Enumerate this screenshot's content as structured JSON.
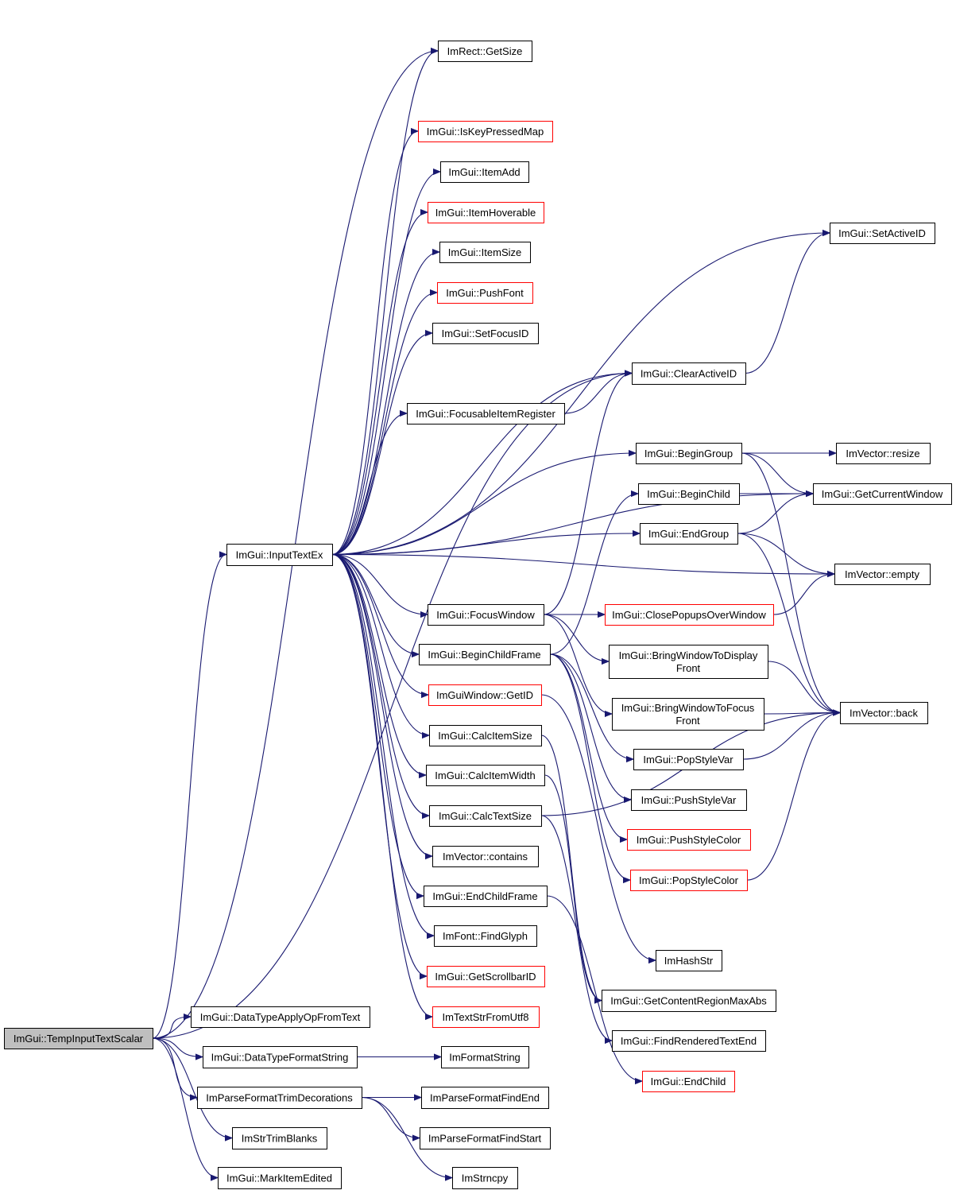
{
  "nodes": {
    "temp_input": {
      "label": "ImGui::TempInputTextScalar",
      "border": "black",
      "root": true
    },
    "input_text_ex": {
      "label": "ImGui::InputTextEx",
      "border": "black"
    },
    "rect_getsize": {
      "label": "ImRect::GetSize",
      "border": "black"
    },
    "is_key_pressed_map": {
      "label": "ImGui::IsKeyPressedMap",
      "border": "red"
    },
    "item_add": {
      "label": "ImGui::ItemAdd",
      "border": "black"
    },
    "item_hoverable": {
      "label": "ImGui::ItemHoverable",
      "border": "red"
    },
    "item_size": {
      "label": "ImGui::ItemSize",
      "border": "black"
    },
    "push_font": {
      "label": "ImGui::PushFont",
      "border": "red"
    },
    "set_focus_id": {
      "label": "ImGui::SetFocusID",
      "border": "black"
    },
    "clear_active_id": {
      "label": "ImGui::ClearActiveID",
      "border": "black"
    },
    "focusable_item_register": {
      "label": "ImGui::FocusableItemRegister",
      "border": "black"
    },
    "set_active_id": {
      "label": "ImGui::SetActiveID",
      "border": "black"
    },
    "begin_group": {
      "label": "ImGui::BeginGroup",
      "border": "black"
    },
    "vector_resize": {
      "label": "ImVector::resize",
      "border": "black"
    },
    "begin_child": {
      "label": "ImGui::BeginChild",
      "border": "black"
    },
    "get_current_window": {
      "label": "ImGui::GetCurrentWindow",
      "border": "black"
    },
    "end_group": {
      "label": "ImGui::EndGroup",
      "border": "black"
    },
    "vector_empty": {
      "label": "ImVector::empty",
      "border": "black"
    },
    "focus_window": {
      "label": "ImGui::FocusWindow",
      "border": "black"
    },
    "close_popups_over_window": {
      "label": "ImGui::ClosePopupsOverWindow",
      "border": "red"
    },
    "begin_child_frame": {
      "label": "ImGui::BeginChildFrame",
      "border": "black"
    },
    "bring_window_to_display_front": {
      "label": "ImGui::BringWindowToDisplay",
      "label2": "Front",
      "border": "black"
    },
    "window_get_id": {
      "label": "ImGuiWindow::GetID",
      "border": "red"
    },
    "bring_window_to_focus_front": {
      "label": "ImGui::BringWindowToFocus",
      "label2": "Front",
      "border": "black"
    },
    "vector_back": {
      "label": "ImVector::back",
      "border": "black"
    },
    "calc_item_size": {
      "label": "ImGui::CalcItemSize",
      "border": "black"
    },
    "pop_style_var": {
      "label": "ImGui::PopStyleVar",
      "border": "black"
    },
    "calc_item_width": {
      "label": "ImGui::CalcItemWidth",
      "border": "black"
    },
    "push_style_var": {
      "label": "ImGui::PushStyleVar",
      "border": "black"
    },
    "calc_text_size": {
      "label": "ImGui::CalcTextSize",
      "border": "black"
    },
    "push_style_color": {
      "label": "ImGui::PushStyleColor",
      "border": "red"
    },
    "vector_contains": {
      "label": "ImVector::contains",
      "border": "black"
    },
    "pop_style_color": {
      "label": "ImGui::PopStyleColor",
      "border": "red"
    },
    "end_child_frame": {
      "label": "ImGui::EndChildFrame",
      "border": "black"
    },
    "find_glyph": {
      "label": "ImFont::FindGlyph",
      "border": "black"
    },
    "hash_str": {
      "label": "ImHashStr",
      "border": "black"
    },
    "get_scrollbar_id": {
      "label": "ImGui::GetScrollbarID",
      "border": "red"
    },
    "get_content_region_max_abs": {
      "label": "ImGui::GetContentRegionMaxAbs",
      "border": "black"
    },
    "text_str_from_utf8": {
      "label": "ImTextStrFromUtf8",
      "border": "red"
    },
    "data_type_apply_op": {
      "label": "ImGui::DataTypeApplyOpFromText",
      "border": "black"
    },
    "find_rendered_text_end": {
      "label": "ImGui::FindRenderedTextEnd",
      "border": "black"
    },
    "data_type_format_string": {
      "label": "ImGui::DataTypeFormatString",
      "border": "black"
    },
    "format_string": {
      "label": "ImFormatString",
      "border": "black"
    },
    "end_child": {
      "label": "ImGui::EndChild",
      "border": "red"
    },
    "parse_format_trim": {
      "label": "ImParseFormatTrimDecorations",
      "border": "black"
    },
    "parse_format_find_end": {
      "label": "ImParseFormatFindEnd",
      "border": "black"
    },
    "str_trim_blanks": {
      "label": "ImStrTrimBlanks",
      "border": "black"
    },
    "parse_format_find_start": {
      "label": "ImParseFormatFindStart",
      "border": "black"
    },
    "mark_item_edited": {
      "label": "ImGui::MarkItemEdited",
      "border": "black"
    },
    "strncpy": {
      "label": "ImStrncpy",
      "border": "black"
    }
  },
  "edges": [
    [
      "temp_input",
      "input_text_ex"
    ],
    [
      "temp_input",
      "rect_getsize"
    ],
    [
      "temp_input",
      "clear_active_id"
    ],
    [
      "temp_input",
      "data_type_apply_op"
    ],
    [
      "temp_input",
      "data_type_format_string"
    ],
    [
      "temp_input",
      "parse_format_trim"
    ],
    [
      "temp_input",
      "str_trim_blanks"
    ],
    [
      "temp_input",
      "mark_item_edited"
    ],
    [
      "input_text_ex",
      "rect_getsize"
    ],
    [
      "input_text_ex",
      "is_key_pressed_map"
    ],
    [
      "input_text_ex",
      "item_add"
    ],
    [
      "input_text_ex",
      "item_hoverable"
    ],
    [
      "input_text_ex",
      "item_size"
    ],
    [
      "input_text_ex",
      "push_font"
    ],
    [
      "input_text_ex",
      "set_focus_id"
    ],
    [
      "input_text_ex",
      "clear_active_id"
    ],
    [
      "input_text_ex",
      "focusable_item_register"
    ],
    [
      "input_text_ex",
      "set_active_id"
    ],
    [
      "input_text_ex",
      "begin_group"
    ],
    [
      "input_text_ex",
      "get_current_window"
    ],
    [
      "input_text_ex",
      "end_group"
    ],
    [
      "input_text_ex",
      "vector_empty"
    ],
    [
      "input_text_ex",
      "focus_window"
    ],
    [
      "input_text_ex",
      "begin_child_frame"
    ],
    [
      "input_text_ex",
      "window_get_id"
    ],
    [
      "input_text_ex",
      "calc_item_size"
    ],
    [
      "input_text_ex",
      "calc_item_width"
    ],
    [
      "input_text_ex",
      "calc_text_size"
    ],
    [
      "input_text_ex",
      "vector_contains"
    ],
    [
      "input_text_ex",
      "end_child_frame"
    ],
    [
      "input_text_ex",
      "find_glyph"
    ],
    [
      "input_text_ex",
      "get_scrollbar_id"
    ],
    [
      "input_text_ex",
      "text_str_from_utf8"
    ],
    [
      "focusable_item_register",
      "clear_active_id"
    ],
    [
      "clear_active_id",
      "set_active_id"
    ],
    [
      "begin_group",
      "vector_resize"
    ],
    [
      "begin_group",
      "get_current_window"
    ],
    [
      "begin_group",
      "vector_back"
    ],
    [
      "begin_child",
      "get_current_window"
    ],
    [
      "end_group",
      "get_current_window"
    ],
    [
      "end_group",
      "vector_empty"
    ],
    [
      "end_group",
      "vector_back"
    ],
    [
      "focus_window",
      "clear_active_id"
    ],
    [
      "focus_window",
      "close_popups_over_window"
    ],
    [
      "focus_window",
      "bring_window_to_display_front"
    ],
    [
      "focus_window",
      "bring_window_to_focus_front"
    ],
    [
      "close_popups_over_window",
      "vector_empty"
    ],
    [
      "bring_window_to_display_front",
      "vector_back"
    ],
    [
      "bring_window_to_focus_front",
      "vector_back"
    ],
    [
      "begin_child_frame",
      "begin_child"
    ],
    [
      "begin_child_frame",
      "pop_style_var"
    ],
    [
      "begin_child_frame",
      "push_style_var"
    ],
    [
      "begin_child_frame",
      "push_style_color"
    ],
    [
      "begin_child_frame",
      "pop_style_color"
    ],
    [
      "window_get_id",
      "hash_str"
    ],
    [
      "calc_item_size",
      "get_content_region_max_abs"
    ],
    [
      "calc_item_width",
      "get_content_region_max_abs"
    ],
    [
      "calc_text_size",
      "find_rendered_text_end"
    ],
    [
      "calc_text_size",
      "vector_back"
    ],
    [
      "pop_style_var",
      "vector_back"
    ],
    [
      "pop_style_color",
      "vector_back"
    ],
    [
      "end_child_frame",
      "end_child"
    ],
    [
      "data_type_format_string",
      "format_string"
    ],
    [
      "parse_format_trim",
      "parse_format_find_end"
    ],
    [
      "parse_format_trim",
      "parse_format_find_start"
    ],
    [
      "parse_format_trim",
      "strncpy"
    ]
  ]
}
